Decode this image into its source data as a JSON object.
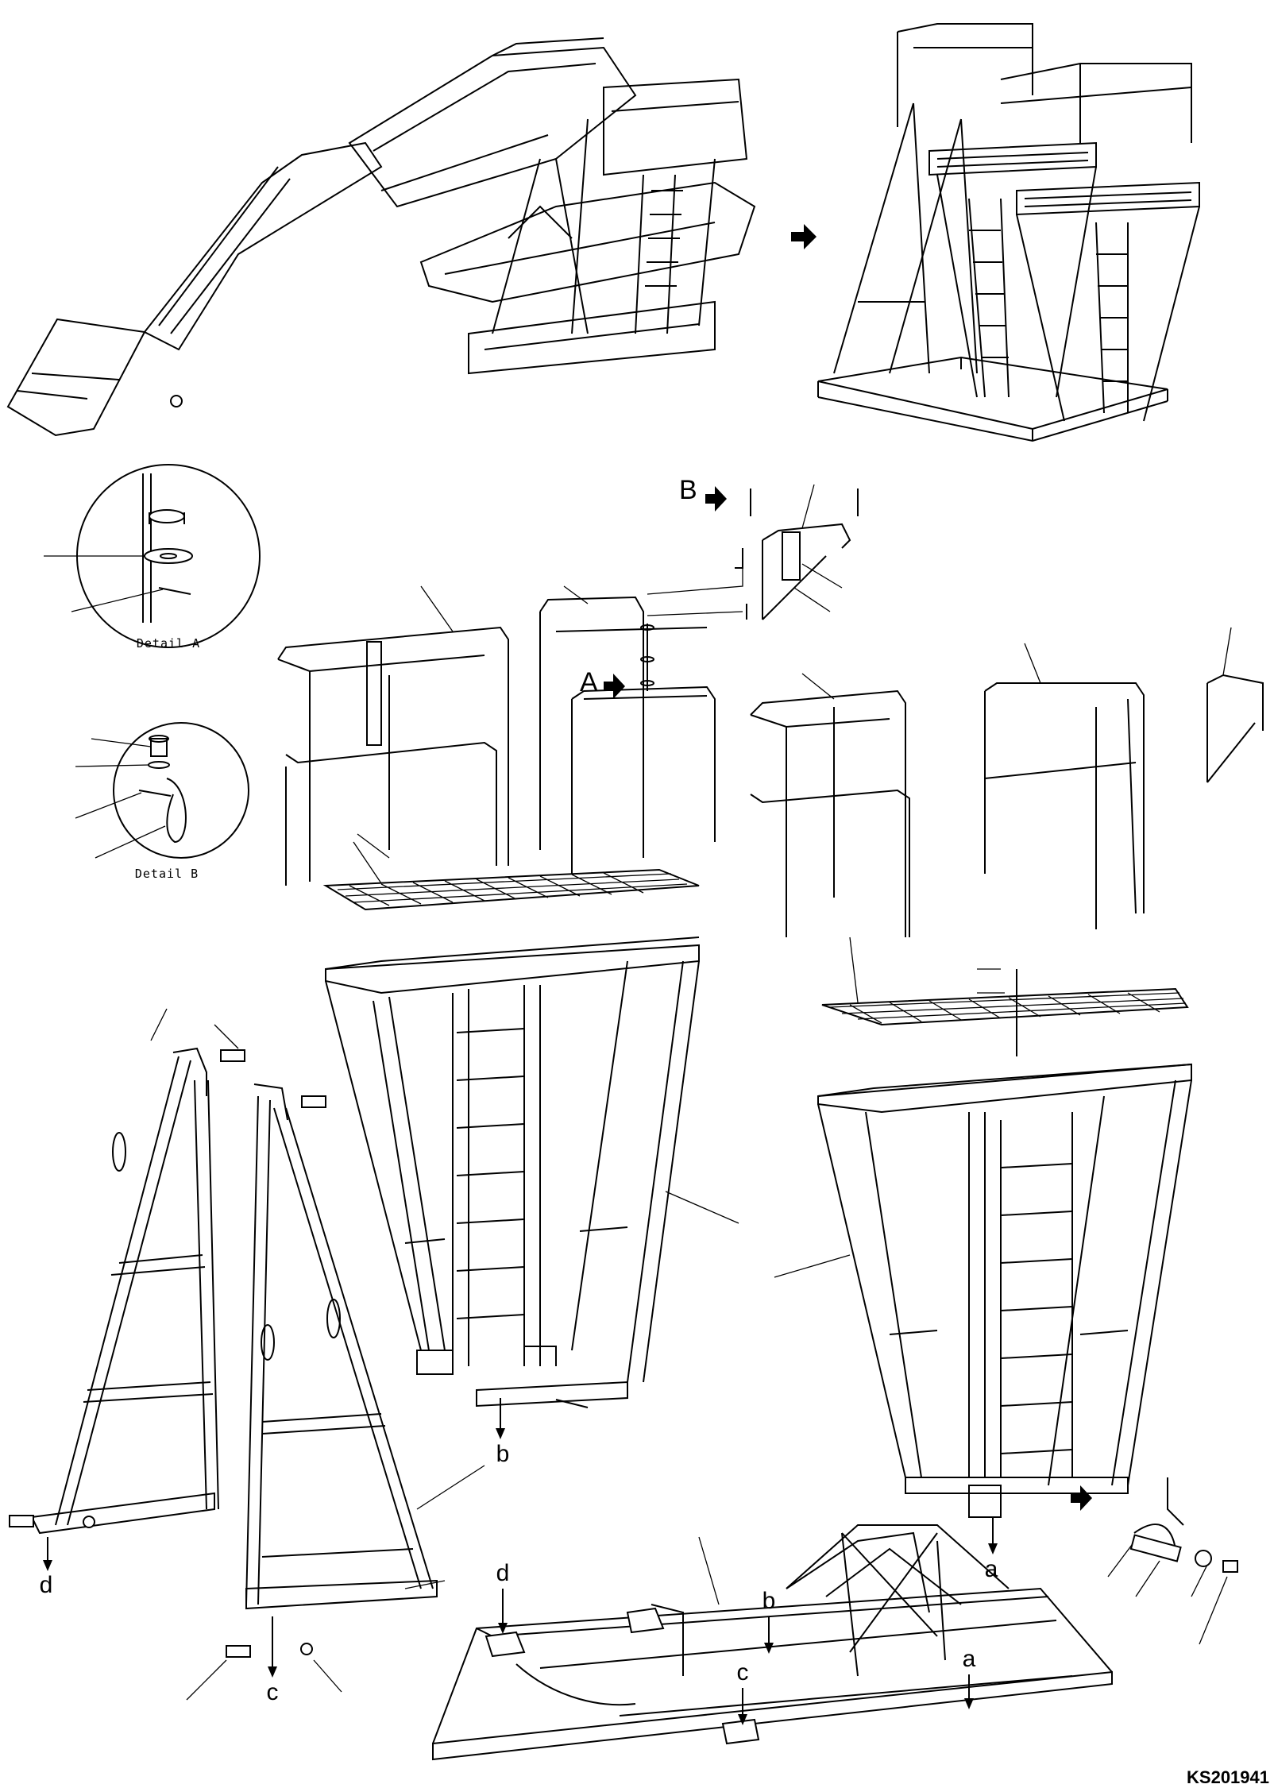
{
  "drawing_code": "KS201941",
  "detail_a_label": "Detail A",
  "detail_b_label": "Detail B",
  "callout_a": "A",
  "callout_b": "B",
  "letters": {
    "a": "a",
    "b": "b",
    "c": "c",
    "d": "d"
  }
}
